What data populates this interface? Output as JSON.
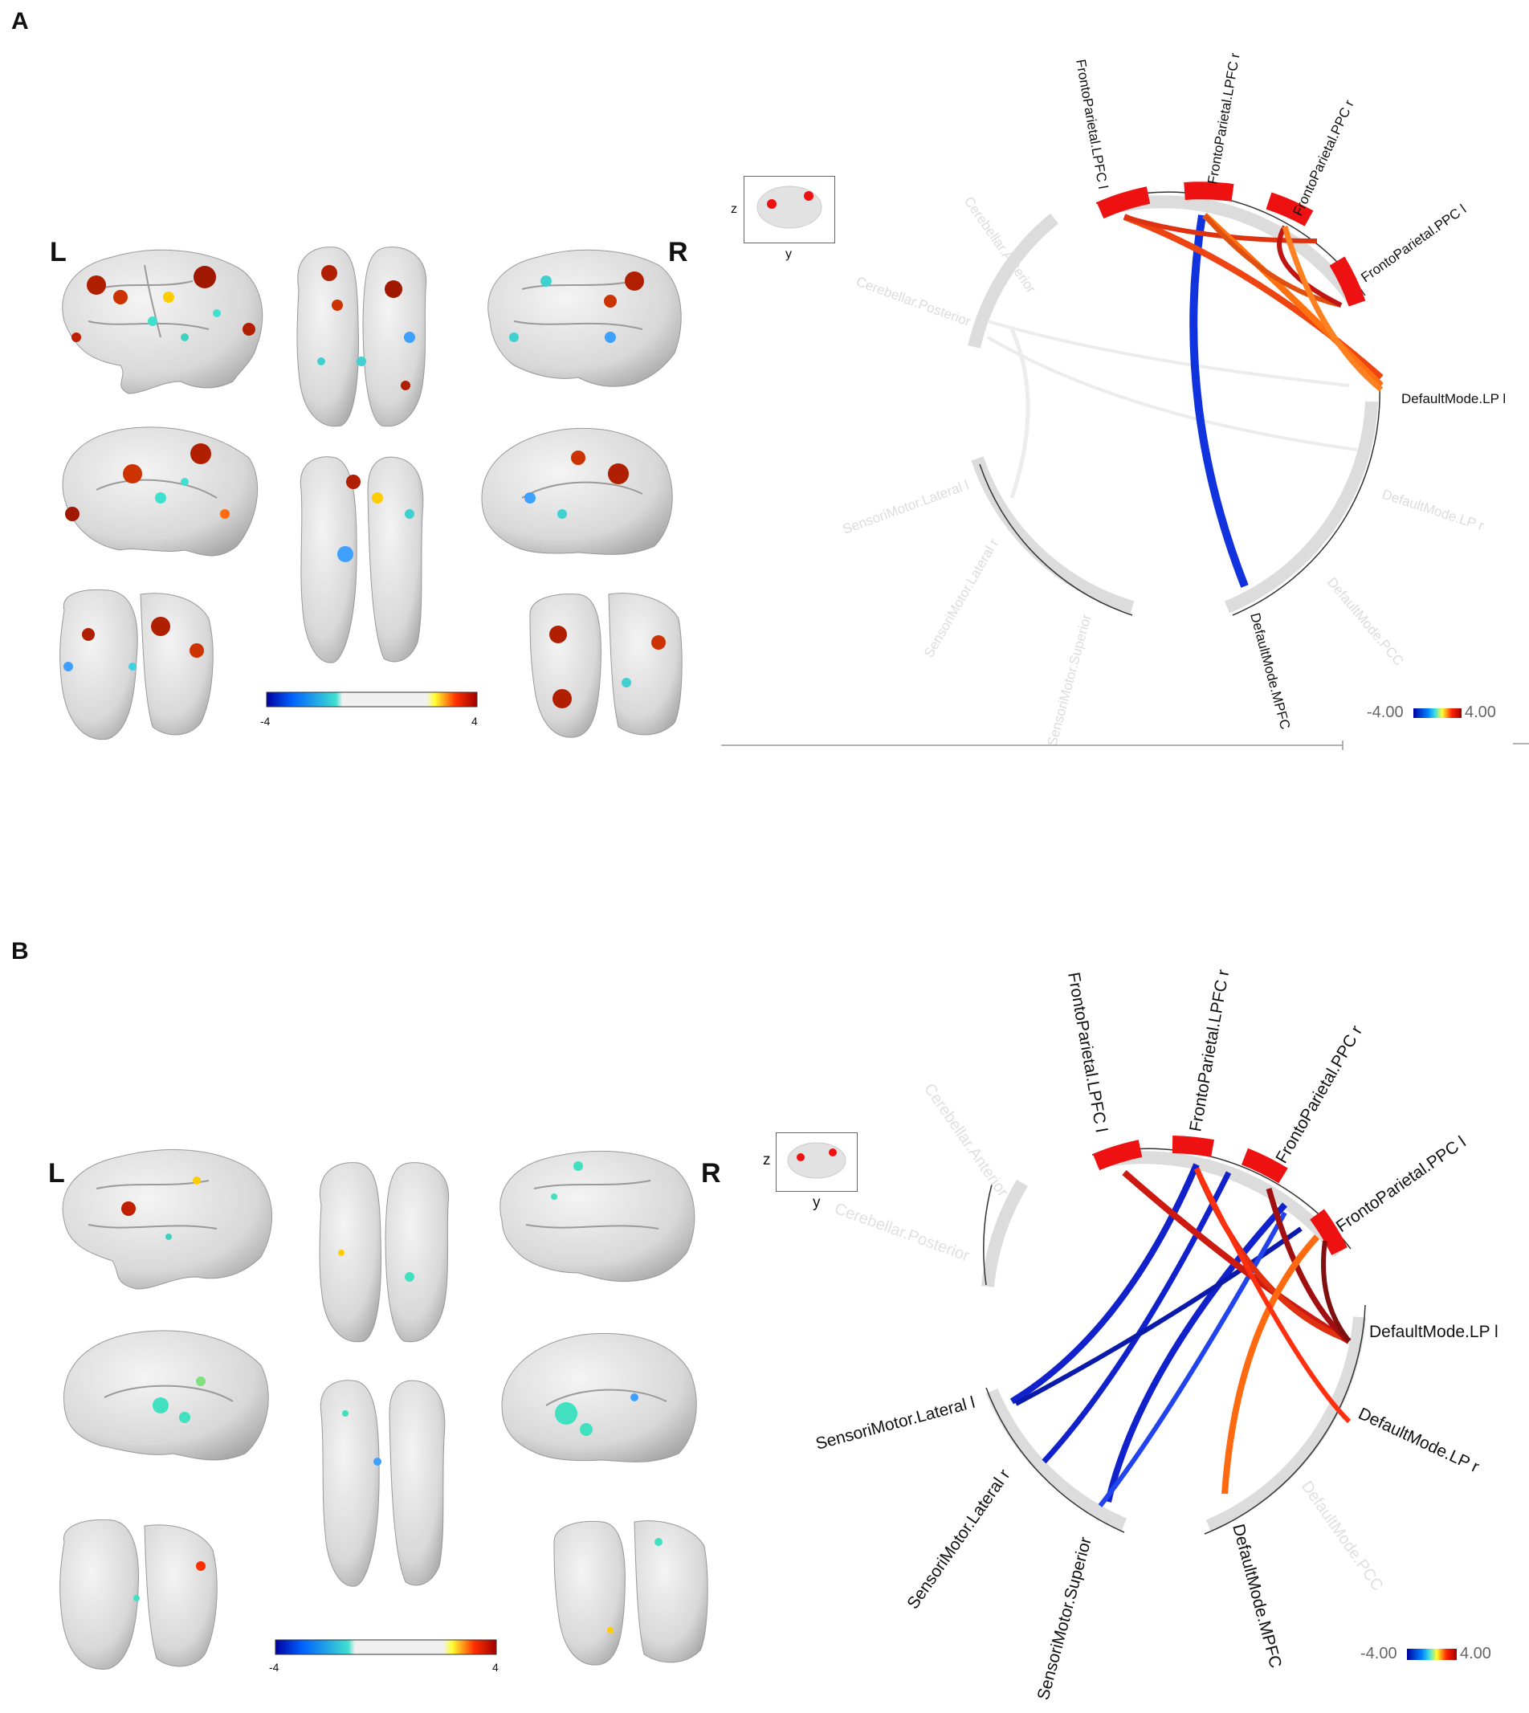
{
  "panel_a": {
    "letter": "A",
    "left_label": "L",
    "right_label": "R",
    "scale_min": "-4",
    "scale_max": "4",
    "thumb_axis_z": "z",
    "thumb_axis_y": "y",
    "chord_scale_min": "-4.00",
    "chord_scale_max": "4.00",
    "labels": {
      "lpfc_l": "FrontoParietal.LPFC l",
      "lpfc_r": "FrontoParietal.LPFC r",
      "ppc_r": "FrontoParietal.PPC r",
      "ppc_l": "FrontoParietal.PPC l",
      "lp_l": "DefaultMode.LP l",
      "lp_r": "DefaultMode.LP r",
      "pcc": "DefaultMode.PCC",
      "mpfc": "DefaultMode.MPFC",
      "superior": "SensoriMotor.Superior",
      "lateral_r": "SensoriMotor.Lateral r",
      "lateral_l": "SensoriMotor.Lateral l",
      "cereb_post": "Cerebellar.Posterior",
      "cereb_ant": "Cerebellar.Anterior"
    }
  },
  "panel_b": {
    "letter": "B",
    "left_label": "L",
    "right_label": "R",
    "scale_min": "-4",
    "scale_max": "4",
    "thumb_axis_z": "z",
    "thumb_axis_y": "y",
    "chord_scale_min": "-4.00",
    "chord_scale_max": "4.00",
    "labels": {
      "lpfc_l": "FrontoParietal.LPFC l",
      "lpfc_r": "FrontoParietal.LPFC r",
      "ppc_r": "FrontoParietal.PPC r",
      "ppc_l": "FrontoParietal.PPC l",
      "lp_l": "DefaultMode.LP l",
      "lp_r": "DefaultMode.LP r",
      "pcc": "DefaultMode.PCC",
      "mpfc": "DefaultMode.MPFC",
      "superior": "SensoriMotor.Superior",
      "lateral_r": "SensoriMotor.Lateral r",
      "lateral_l": "SensoriMotor.Lateral l",
      "cereb_post": "Cerebellar.Posterior",
      "cereb_ant": "Cerebellar.Anterior"
    }
  },
  "colors": {
    "scale": [
      "#0000a0",
      "#0060ff",
      "#40e0d0",
      "#eeeeee",
      "#ffff30",
      "#ff2000",
      "#a00000"
    ],
    "ring_gray": "#dcdcdc",
    "ring_red": "#ee1111",
    "chord_blue": "#1133dd",
    "chord_red": "#dd2211",
    "chord_orange": "#ff6a10"
  }
}
